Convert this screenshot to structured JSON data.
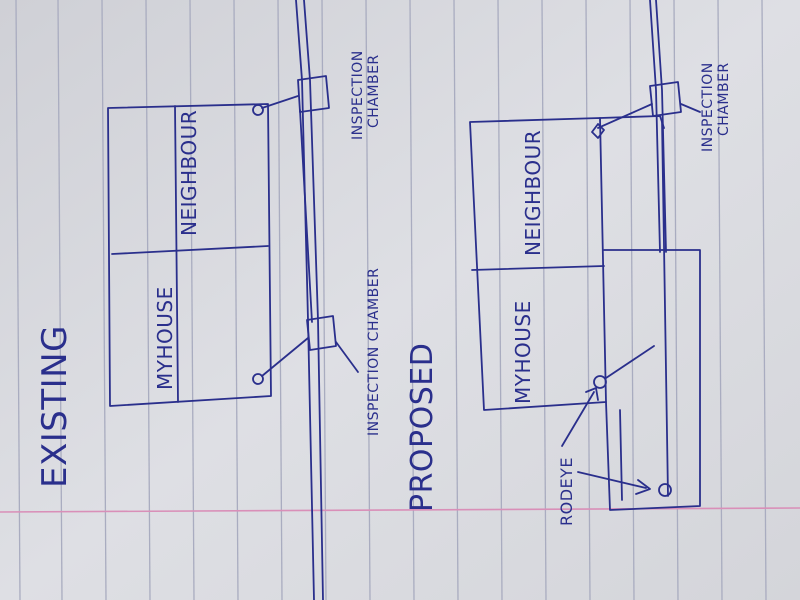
{
  "labels": {
    "existing_heading": "EXISTING",
    "proposed_heading": "PROPOSED",
    "existing_my_house": "MYHOUSE",
    "existing_neighbour": "NEIGHBOUR",
    "existing_chamber_lower": "INSPECTION CHAMBER",
    "existing_chamber_upper_line1": "INSPECTION",
    "existing_chamber_upper_line2": "CHAMBER",
    "proposed_my_house": "MYHOUSE",
    "proposed_neighbour": "NEIGHBOUR",
    "proposed_chamber_line1": "INSPECTION",
    "proposed_chamber_line2": "CHAMBER",
    "rodeye": "RODEYE"
  },
  "colors": {
    "ink": "#2a2f8c",
    "paper": "#dcdde2",
    "ruled_line": "#a9acc0",
    "margin_line": "#d98fb8"
  }
}
